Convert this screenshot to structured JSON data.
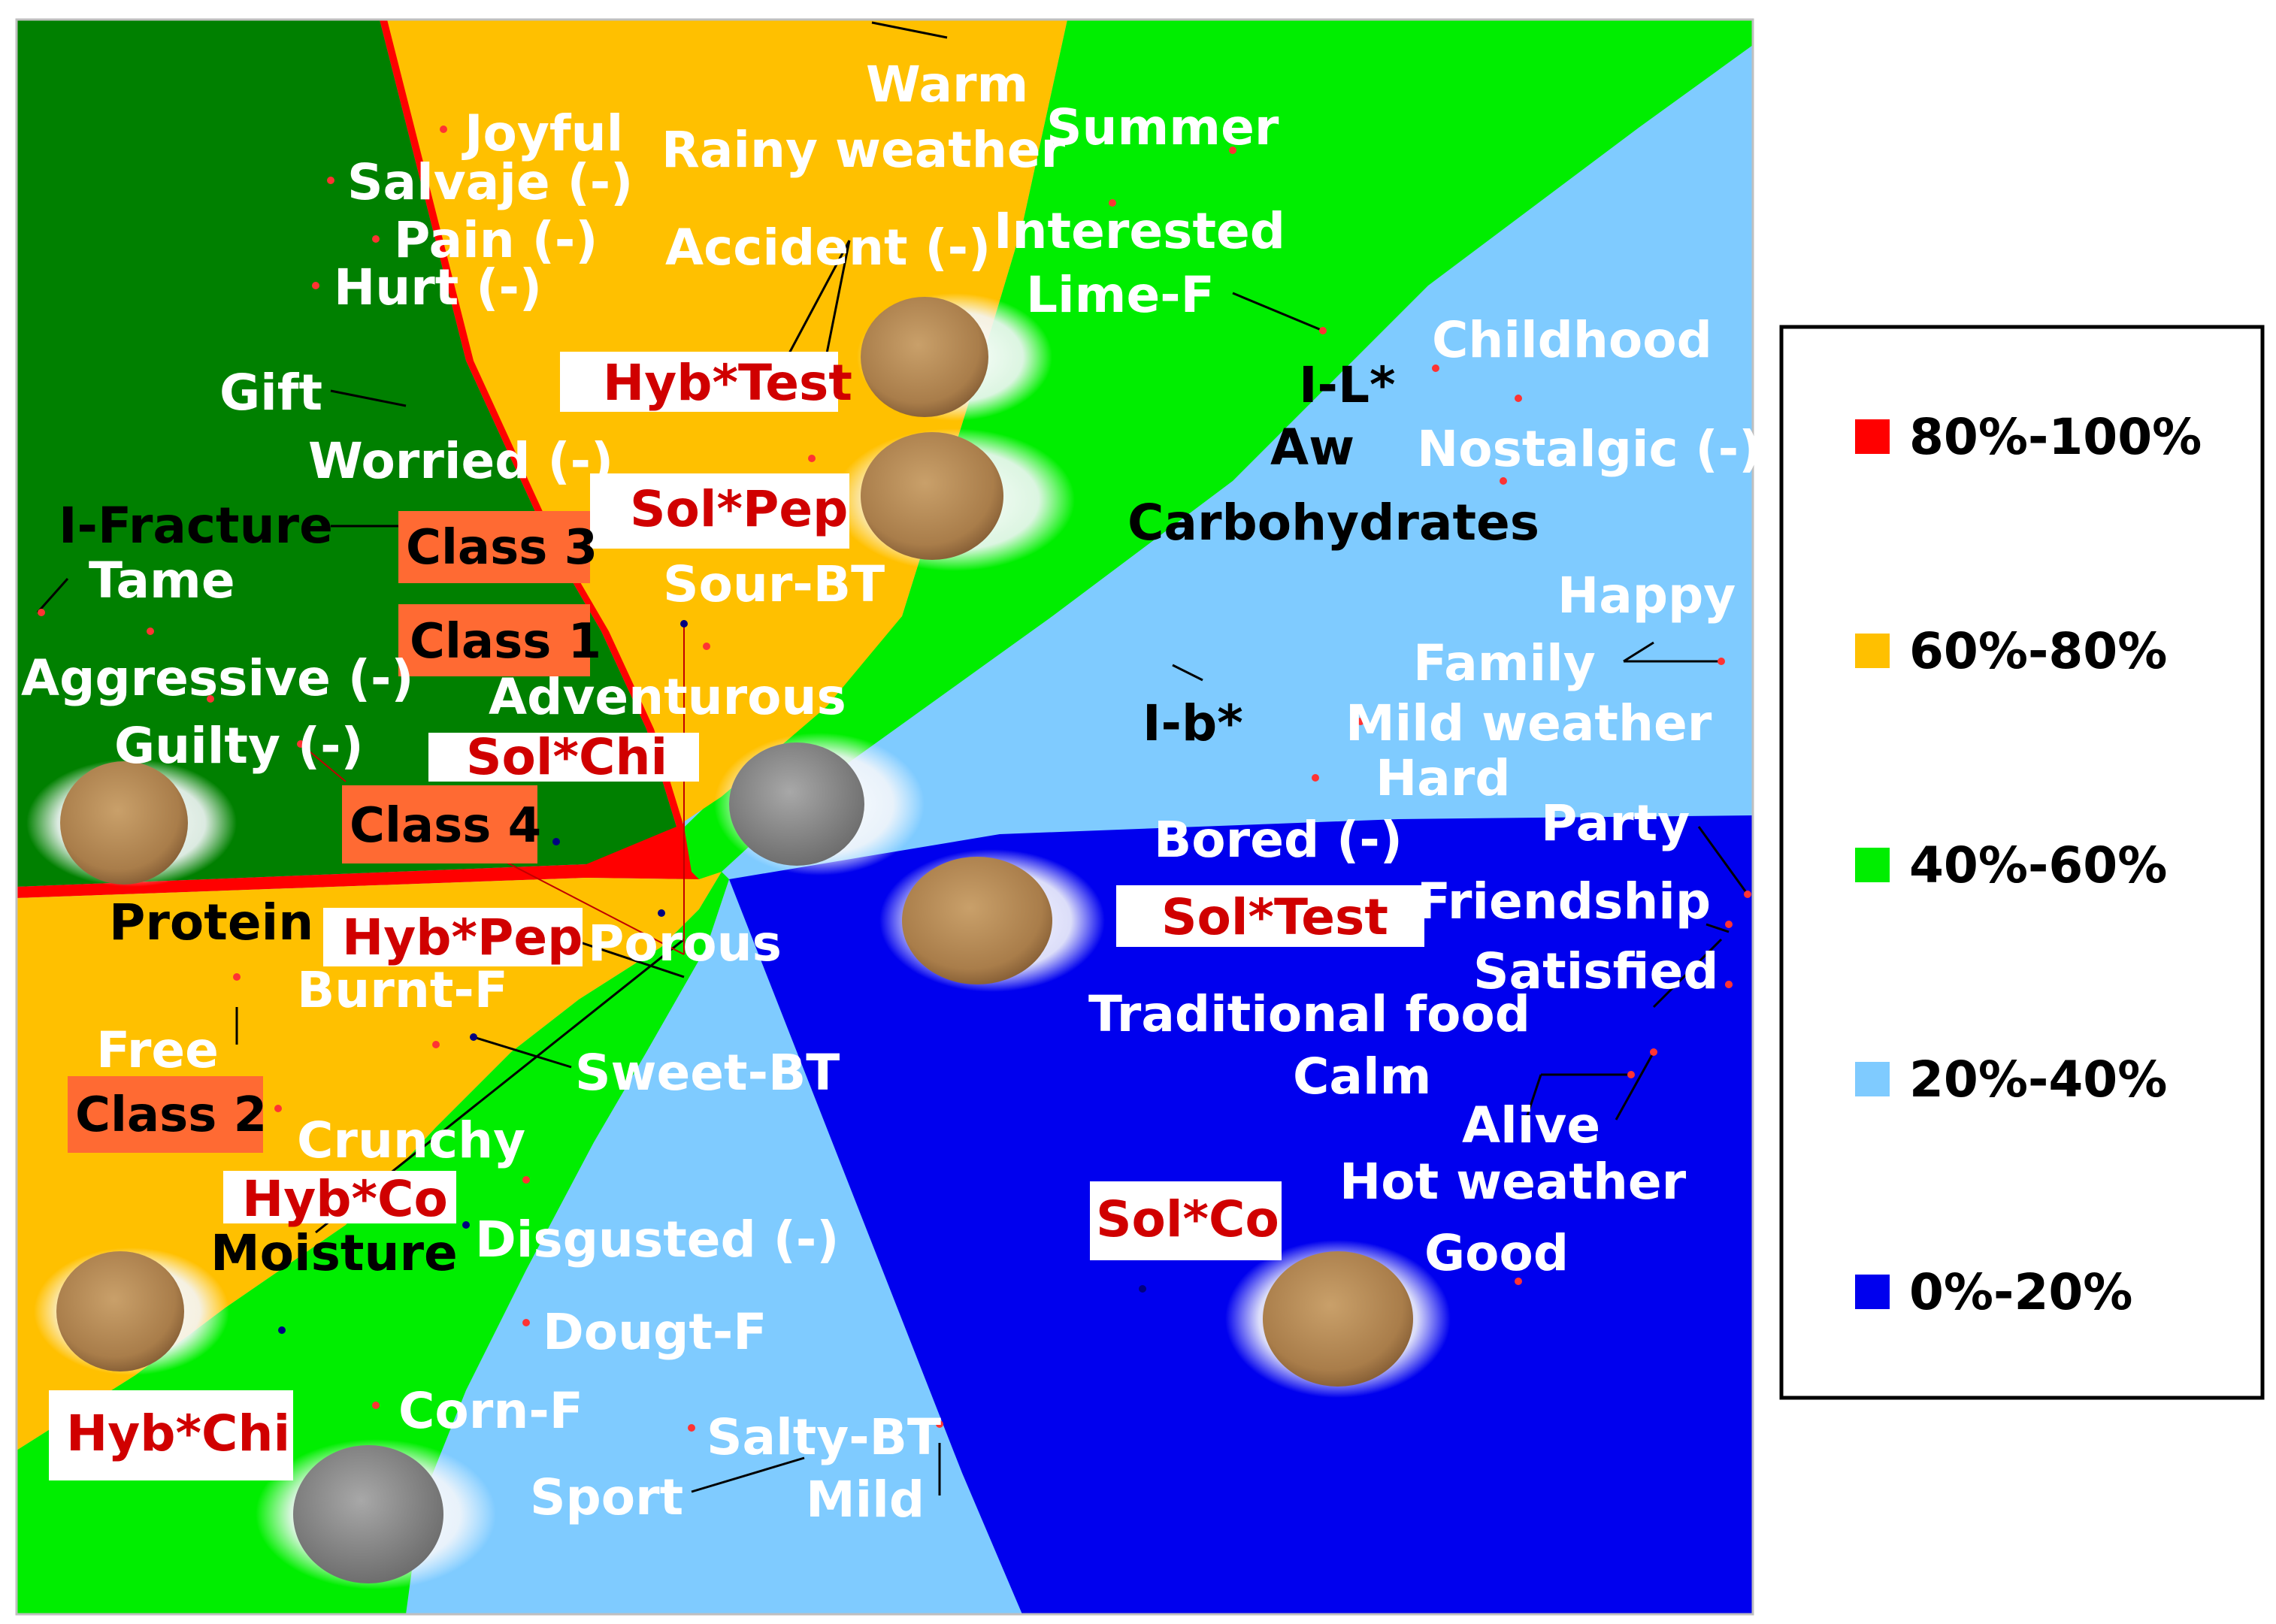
{
  "chart_data": {
    "type": "preference-map",
    "title": "",
    "xlabel": "",
    "ylabel": "",
    "legend": {
      "placement": "right",
      "entries": [
        {
          "label": "80%-100%",
          "color": "#ff0000"
        },
        {
          "label": "60%-80%",
          "color": "#ffc000"
        },
        {
          "label": "40%-60%",
          "color": "#00ee00"
        },
        {
          "label": "20%-40%",
          "color": "#7fcbff"
        },
        {
          "label": "0%-20%",
          "color": "#0000ee"
        }
      ]
    },
    "region_colors": {
      "dark_green": "#008000",
      "yellow": "#ffc000",
      "green": "#00ee00",
      "light_blue": "#7fcbff",
      "blue": "#0000ee",
      "red": "#ff0000"
    },
    "products": [
      {
        "label": "Hyb*Test"
      },
      {
        "label": "Sol*Pep"
      },
      {
        "label": "Sol*Chi"
      },
      {
        "label": "Hyb*Pep"
      },
      {
        "label": "Sol*Test"
      },
      {
        "label": "Hyb*Co"
      },
      {
        "label": "Hyb*Chi"
      },
      {
        "label": "Sol*Co"
      }
    ],
    "classes": [
      {
        "label": "Class 3"
      },
      {
        "label": "Class 1"
      },
      {
        "label": "Class 4"
      },
      {
        "label": "Class 2"
      }
    ],
    "attributes_white": [
      "Joyful",
      "Salvaje (-)",
      "Pain (-)",
      "Hurt (-)",
      "Gift",
      "Worried (-)",
      "Tame",
      "Aggressive (-)",
      "Guilty (-)",
      "Warm",
      "Rainy weather",
      "Accident (-)",
      "Summer",
      "Interested",
      "Lime-F",
      "Childhood",
      "Nostalgic (-)",
      "Happy",
      "Family",
      "Mild weather",
      "Hard",
      "Bored (-)",
      "Party",
      "Friendship",
      "Satisfied",
      "Traditional food",
      "Calm",
      "Alive",
      "Hot weather",
      "Good",
      "Sour-BT",
      "Adventurous",
      "Porous",
      "Burnt-F",
      "Free",
      "Sweet-BT",
      "Crunchy",
      "Disgusted (-)",
      "Dougt-F",
      "Corn-F",
      "Salty-BT",
      "Sport",
      "Mild"
    ],
    "attributes_black": [
      "I-Fracture",
      "Protein",
      "Moisture",
      "I-L*",
      "Aw",
      "Carbohydrates",
      "I-b*"
    ]
  }
}
